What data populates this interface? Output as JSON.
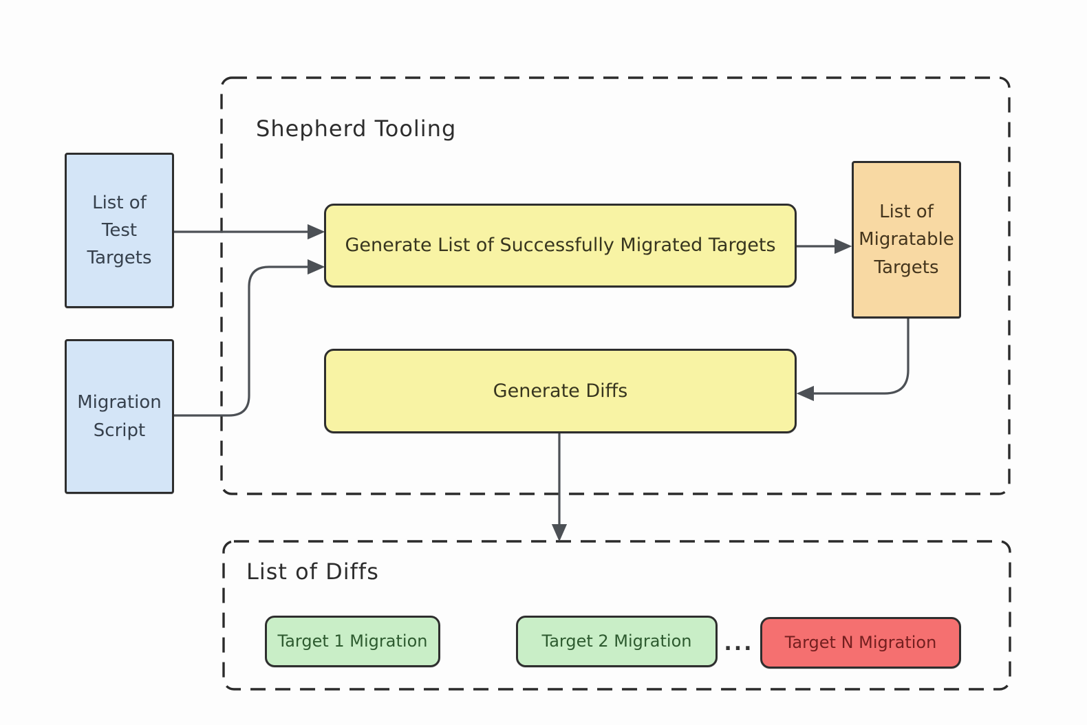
{
  "colors": {
    "background": "#fdfdfd",
    "node_border": "#2e2e2e",
    "dash_border": "#2b2b2b",
    "arrow": "#4c5055"
  },
  "regions": {
    "shepherd_tooling": {
      "label": "Shepherd Tooling"
    },
    "list_of_diffs": {
      "label": "List of Diffs"
    }
  },
  "nodes": {
    "test_targets": {
      "label": "List of\nTest\nTargets",
      "fill": "#d4e5f7",
      "text": "#36404c"
    },
    "migration_script": {
      "label": "Migration\nScript",
      "fill": "#d4e5f7",
      "text": "#36404c"
    },
    "generate_list": {
      "label": "Generate List of Successfully Migrated Targets",
      "fill": "#f8f3a4",
      "text": "#37351f"
    },
    "migratable_targets": {
      "label": "List of\nMigratable\nTargets",
      "fill": "#f8d9a3",
      "text": "#44351d"
    },
    "generate_diffs": {
      "label": "Generate Diffs",
      "fill": "#f8f3a4",
      "text": "#37351f"
    },
    "target_1": {
      "label": "Target 1 Migration",
      "fill": "#c9eec7",
      "text": "#2d5a2f"
    },
    "target_2": {
      "label": "Target 2 Migration",
      "fill": "#c9eec7",
      "text": "#2d5a2f"
    },
    "target_n": {
      "label": "Target N Migration",
      "fill": "#f57070",
      "text": "#731f1f"
    },
    "ellipsis": {
      "label": "..."
    }
  },
  "edges": [
    {
      "from": "test_targets",
      "to": "generate_list"
    },
    {
      "from": "migration_script",
      "to": "generate_list"
    },
    {
      "from": "generate_list",
      "to": "migratable_targets"
    },
    {
      "from": "migratable_targets",
      "to": "generate_diffs"
    },
    {
      "from": "generate_diffs",
      "to": "list_of_diffs"
    }
  ]
}
